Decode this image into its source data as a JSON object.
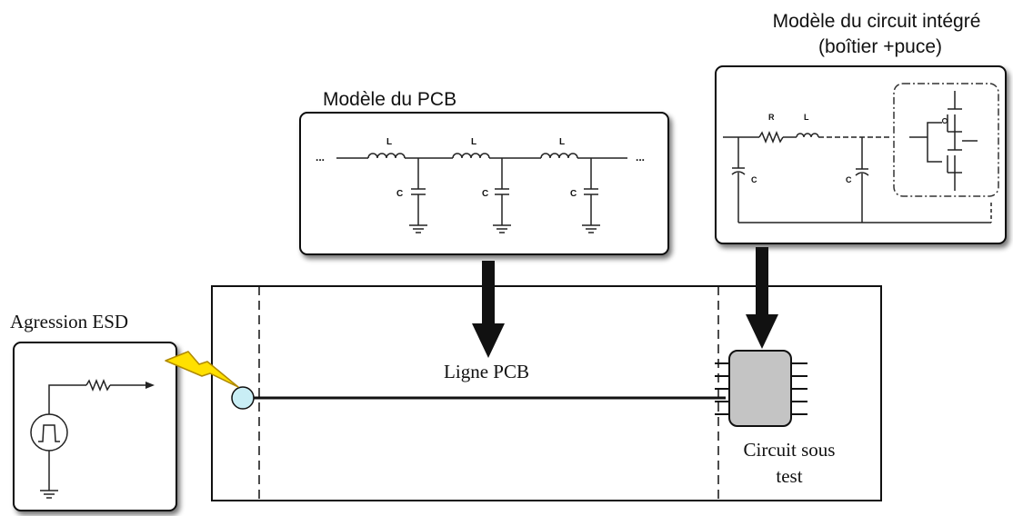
{
  "ic_model": {
    "title_line1": "Modèle du circuit intégré",
    "title_line2": "(boîtier +puce)",
    "r_label": "R",
    "l_label": "L",
    "c_left_label": "C",
    "c_right_label": "C"
  },
  "pcb_model": {
    "title": "Modèle du PCB",
    "ellipsis_left": "...",
    "ellipsis_right": "...",
    "l_labels": [
      "L",
      "L",
      "L"
    ],
    "c_labels": [
      "C",
      "C",
      "C"
    ]
  },
  "esd": {
    "title": "Agression ESD"
  },
  "board": {
    "line_label": "Ligne PCB",
    "dut_label_line1": "Circuit sous",
    "dut_label_line2": "test"
  },
  "colors": {
    "stroke": "#111111",
    "box_fill": "#ffffff",
    "shadow": "#9a9a9a",
    "chip_fill": "#c4c4c4",
    "pad_fill": "#c9eef5",
    "bolt_fill": "#ffe000",
    "bolt_stroke": "#b08a00",
    "arrow": "#111111"
  }
}
